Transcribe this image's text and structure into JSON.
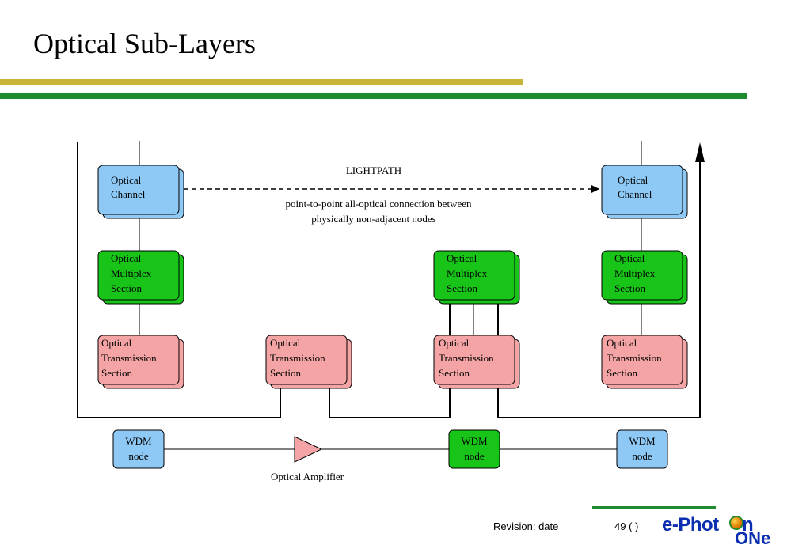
{
  "title": "Optical Sub-Layers",
  "diagram": {
    "lightpath_label": "LIGHTPATH",
    "description_line1": "point-to-point all-optical connection between",
    "description_line2": "physically non-adjacent nodes",
    "och_line1": "Optical",
    "och_line2": "Channel",
    "oms_line1": "Optical",
    "oms_line2": "Multiplex",
    "oms_line3": "Section",
    "ots_line1": "Optical",
    "ots_line2": "Transmission",
    "ots_line3": "Section",
    "wdm_line1": "WDM",
    "wdm_line2": "node",
    "amplifier_label": "Optical Amplifier",
    "colors": {
      "och": "#8ec8f4",
      "oms": "#19c419",
      "ots": "#f4a4a4",
      "wdm_blue": "#8ec8f4",
      "wdm_green": "#19c419",
      "amplifier": "#f4a4a4"
    }
  },
  "footer": {
    "revision": "Revision: date",
    "page": "49 (  )",
    "logo_line1": "e-Phot",
    "logo_line1b": "n",
    "logo_line2": "ONe"
  }
}
